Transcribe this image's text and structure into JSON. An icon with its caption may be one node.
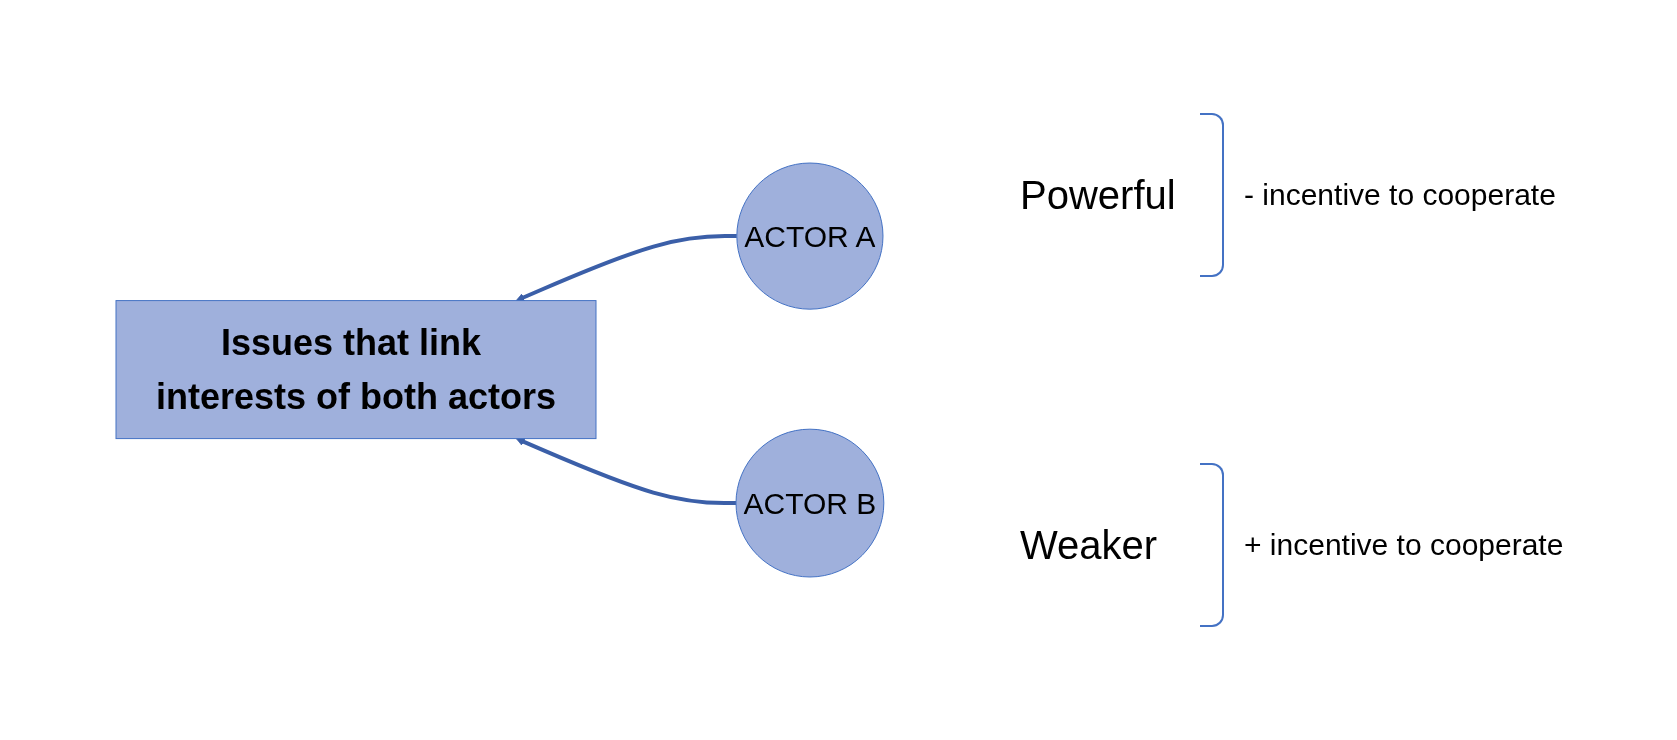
{
  "diagram": {
    "nodes": [
      {
        "text": [
          "ACTOR A"
        ]
      },
      {
        "text": [
          "Issues that link interests of both actors"
        ]
      },
      {
        "text": [
          "ACTOR B"
        ]
      }
    ],
    "edges": [
      {
        "from": 0,
        "to": 1,
        "arrow": "to"
      },
      {
        "from": 2,
        "to": 1,
        "arrow": "to"
      }
    ],
    "labels": [
      "Powerful",
      "- incentive to cooperate",
      "Weaker",
      "+ incentive to cooperate"
    ]
  }
}
